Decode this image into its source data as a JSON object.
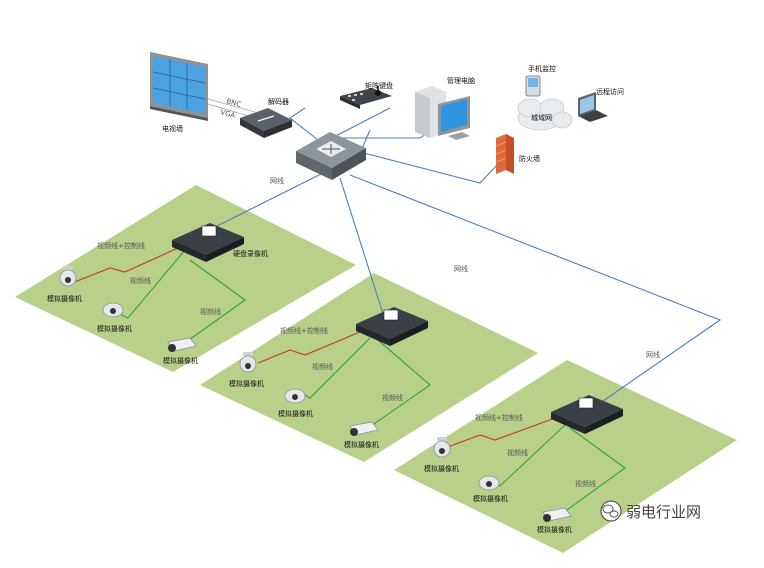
{
  "labels": {
    "video_wall": "电视墙",
    "decoder": "解码器",
    "joystick_keyboard": "矩阵键盘",
    "management_pc": "管理电脑",
    "mobile_monitor": "手机监控",
    "remote_access": "远程访问",
    "wan": "城域网",
    "firewall": "防火墙",
    "network_line": "网线",
    "dvr": "硬盘录像机",
    "video_control_line": "视频线+控制线",
    "video_line": "视频线",
    "analog_camera": "模拟摄像机",
    "vga": "VGA",
    "bnc": "BNC"
  },
  "watermark": "弱电行业网",
  "colors": {
    "zone_fill": "#b9d08a",
    "network_line": "#4a7fc1",
    "control_line": "#c0392b",
    "video_line": "#2ea043",
    "firewall": "#e0693b"
  }
}
